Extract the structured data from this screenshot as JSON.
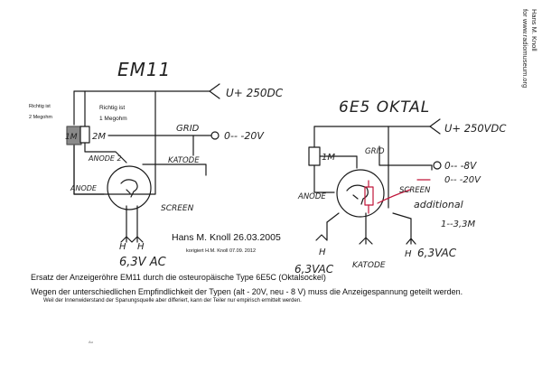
{
  "left_circuit": {
    "title": "EM11",
    "supply": "U+ 250DC",
    "grid_label": "GRID",
    "grid_range": "0-- -20V",
    "katode": "KATODE",
    "anode2": "ANODE 2",
    "anode": "ANODE",
    "screen": "SCREEN",
    "heater_h1": "H",
    "heater_h2": "H",
    "heater_voltage": "6,3V AC",
    "resistor_left": "1M",
    "resistor_right": "2M",
    "note_left_line1": "Richtig ist",
    "note_left_line2": "2 Megohm",
    "note_mid_line1": "Richtig ist",
    "note_mid_line2": "1 Megohm"
  },
  "right_circuit": {
    "title": "6E5 OKTAL",
    "supply": "U+ 250VDC",
    "resistor": "1M",
    "grid_label": "GRID",
    "grid_range_black": "0-- -8V",
    "grid_range_red": "0-- -20V",
    "anode": "ANODE",
    "screen": "SCREEN",
    "additional_line1": "additional",
    "additional_line2": "1--3,3M",
    "heater_h_left": "H",
    "heater_voltage_left": "6,3VAC",
    "katode": "KATODE",
    "heater_h_right": "H",
    "heater_voltage_right": "6,3VAC"
  },
  "author": {
    "signature": "Hans M. Knoll 26.03.2005",
    "corrected": "korigiert H.M. Knoll 07.09. 2012"
  },
  "credit": {
    "name": "Hans M. Knoll",
    "url": "for www.radiomuseum.org"
  },
  "captions": {
    "line1": "Ersatz der Anzeigeröhre EM11 durch die osteuropäische Type 6E5C (Oktalsockel)",
    "line2": "Wegen der unterschiedlichen Empfindlichkeit der Typen (alt - 20V, neu - 8 V)  muss die Anzeigespannung geteilt werden.",
    "line3": "Weil der Innenwiderstand der Spanungsquelle aber differiert, kann der Teiler nur empirisch ermittelt werden.",
    "stray_mark": "Au"
  },
  "colors": {
    "ink": "#1a1a1a",
    "red_ink": "#c0163a",
    "resistor_fill": "#8a8a8a"
  }
}
